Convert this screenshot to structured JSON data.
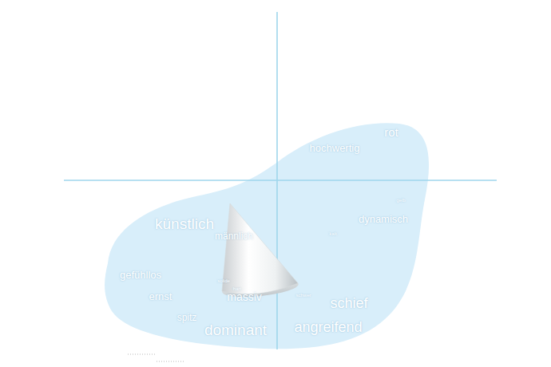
{
  "diagram": {
    "nodes": [
      {
        "text": [
          "rot",
          "hochwertig",
          "gelb",
          "dynamisch",
          "kalt",
          "künstlich",
          "männlich",
          "gefühllos",
          "solide",
          "hart",
          "ernst",
          "massiv",
          "schwer",
          "schief",
          "spitz",
          "dominant",
          "angreifend"
        ]
      }
    ]
  }
}
